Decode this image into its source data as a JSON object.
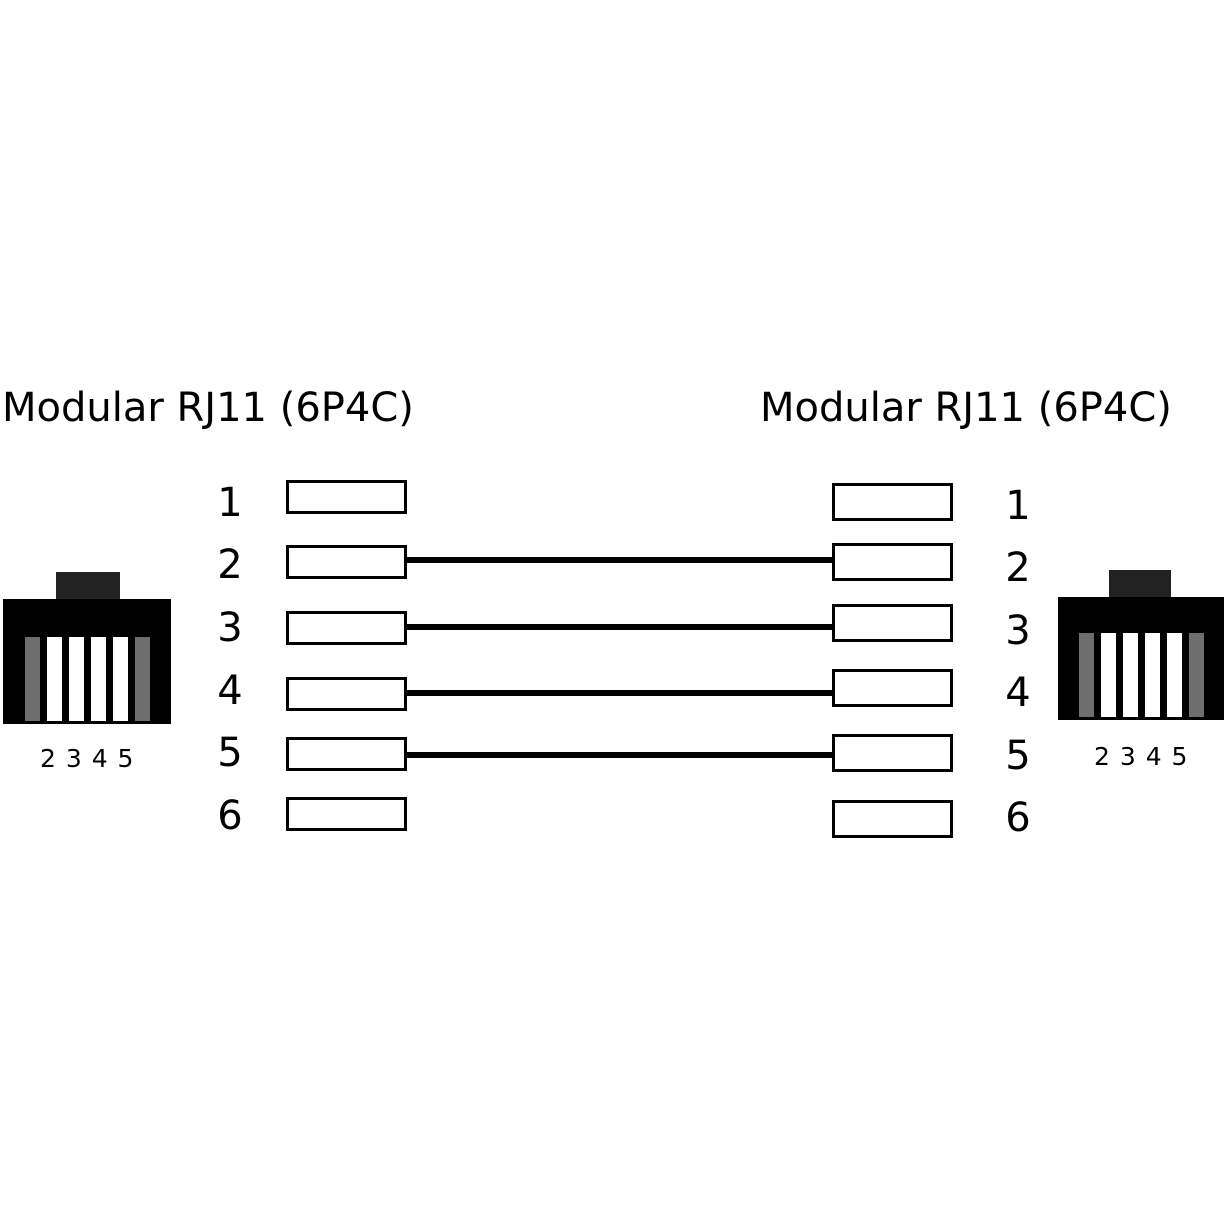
{
  "connectors": {
    "left": {
      "title": "Modular RJ11 (6P4C)",
      "plug_label": "2 3 4 5"
    },
    "right": {
      "title": "Modular RJ11 (6P4C)",
      "plug_label": "2 3 4 5"
    }
  },
  "pins": [
    "1",
    "2",
    "3",
    "4",
    "5",
    "6"
  ],
  "wired_pins": [
    "2",
    "3",
    "4",
    "5"
  ],
  "colors": {
    "line": "#000000",
    "dead_contact": "#6e6e6e",
    "live_contact": "#ffffff"
  }
}
